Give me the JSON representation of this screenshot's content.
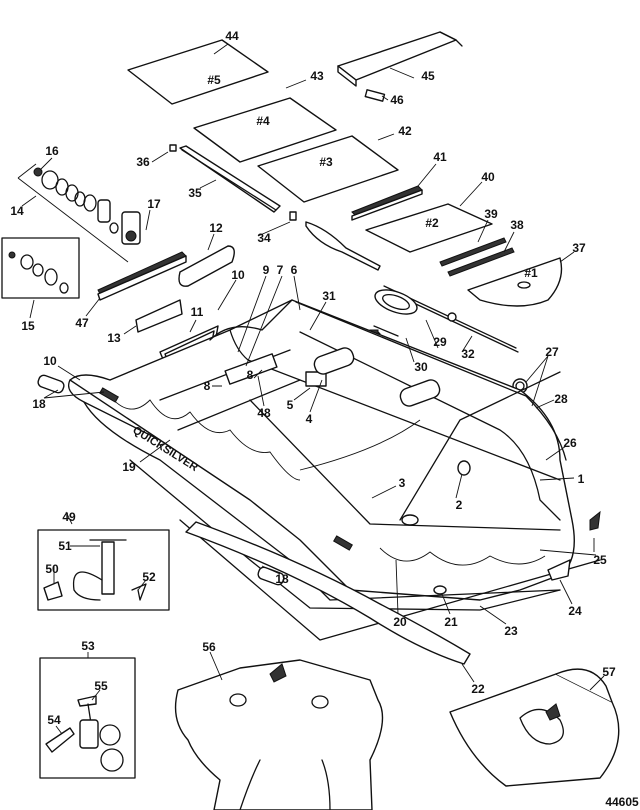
{
  "diagram": {
    "drawing_number": "44605",
    "brand_on_hull": "QUICKSILVER",
    "part_callouts": [
      "44",
      "45",
      "46",
      "43",
      "#5",
      "#4",
      "36",
      "42",
      "#3",
      "16",
      "14",
      "17",
      "35",
      "41",
      "40",
      "34",
      "#2",
      "39",
      "38",
      "12",
      "37",
      "9",
      "7",
      "10",
      "6",
      "31",
      "15",
      "47",
      "13",
      "11",
      "#1",
      "29",
      "32",
      "30",
      "27",
      "28",
      "10",
      "8",
      "8",
      "5",
      "48",
      "4",
      "18",
      "19",
      "26",
      "1",
      "3",
      "2",
      "49",
      "51",
      "50",
      "52",
      "25",
      "18",
      "20",
      "21",
      "23",
      "24",
      "22",
      "53",
      "56",
      "57",
      "55",
      "54"
    ]
  }
}
